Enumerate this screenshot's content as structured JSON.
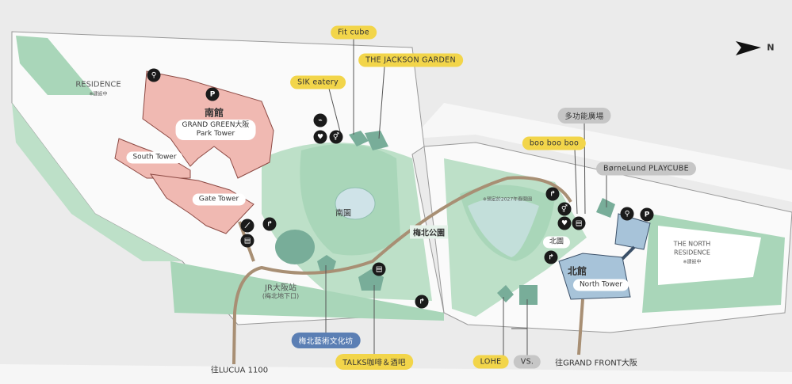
{
  "compass": {
    "label": "N"
  },
  "shops": {
    "fit_cube": "Fit cube",
    "jackson_garden": "THE JACKSON GARDEN",
    "sik_eatery": "SIK eatery",
    "multi_plaza": "多功能廣場",
    "boo_boo_boo": "boo boo boo",
    "borne_lund": "BørneLund PLAYCUBE",
    "umekita_art": "梅北藝術文化坊",
    "talks": "TALKS咖啡＆酒吧",
    "lohe": "LOHE",
    "vs": "VS."
  },
  "directions": {
    "to_lucua": "往LUCUA 1100",
    "to_grand_front": "往GRAND FRONT大阪"
  },
  "buildings": {
    "residence": "RESIDENCE",
    "residence_note": "※建設中",
    "south_building": "南館",
    "park_tower": "GRAND GREEN大阪",
    "park_tower_2": "Park Tower",
    "south_tower": "South Tower",
    "gate_tower": "Gate Tower",
    "north_building": "北館",
    "north_tower": "North Tower",
    "north_residence_1": "THE NORTH",
    "north_residence_2": "RESIDENCE",
    "north_residence_note": "※建設中"
  },
  "areas": {
    "south_park": "南園",
    "umekita_park": "梅北公園",
    "north_park": "北園",
    "north_park_note": "※預定於2027年春開園",
    "jr_station": "JR大阪站",
    "jr_exit": "(梅北地下口)"
  },
  "icons": [
    "bicycle-icon",
    "parking-icon",
    "escalator-icon",
    "direction-sign-icon",
    "elevator-icon",
    "smoking-area-icon",
    "aed-icon",
    "toilet-icon",
    "accessible-toilet-icon"
  ],
  "colors": {
    "park": "#a9d6b9",
    "building_south": "#f0b9b2",
    "building_north": "#a7c3d9",
    "walkway": "#a88f74",
    "yellow": "#f2d54a"
  }
}
